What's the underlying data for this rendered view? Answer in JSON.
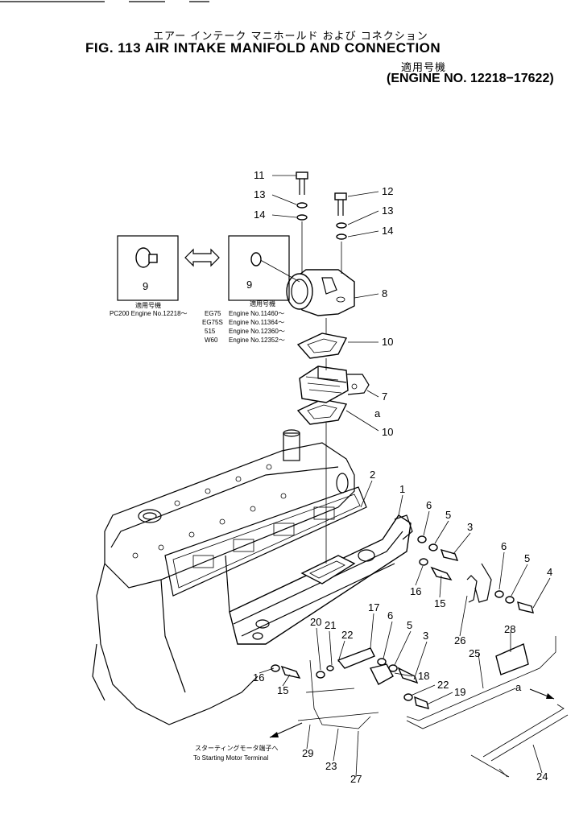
{
  "header": {
    "japanese_title": "エアー インテーク マニホールド および コネクション",
    "figure_title": "FIG. 113  AIR INTAKE MANIFOLD AND CONNECTION",
    "applicability_jp": "適用号機",
    "engine_range": "(ENGINE NO. 12218−17622)"
  },
  "inset_left": {
    "part_number": "9",
    "applicability_jp": "適用号機",
    "applicability": "PC200 Engine No.12218〜"
  },
  "inset_right": {
    "part_number": "9",
    "applicability_jp": "適用号機",
    "rows": [
      {
        "model": "EG75",
        "engine": "Engine No.11460〜"
      },
      {
        "model": "EG75S",
        "engine": "Engine No.11364〜"
      },
      {
        "model": "515",
        "engine": "Engine No.12360〜"
      },
      {
        "model": "W60",
        "engine": "Engine No.12352〜"
      }
    ]
  },
  "starter_note": {
    "jp": "スターティングモータ端子へ",
    "en": "To Starting Motor Terminal"
  },
  "callouts": [
    "11",
    "13",
    "14",
    "12",
    "13",
    "14",
    "8",
    "10",
    "7",
    "a",
    "10",
    "2",
    "1",
    "6",
    "5",
    "3",
    "6",
    "5",
    "4",
    "16",
    "15",
    "17",
    "6",
    "5",
    "3",
    "20",
    "21",
    "22",
    "18",
    "22",
    "19",
    "16",
    "15",
    "26",
    "25",
    "28",
    "a",
    "29",
    "23",
    "27",
    "24"
  ]
}
